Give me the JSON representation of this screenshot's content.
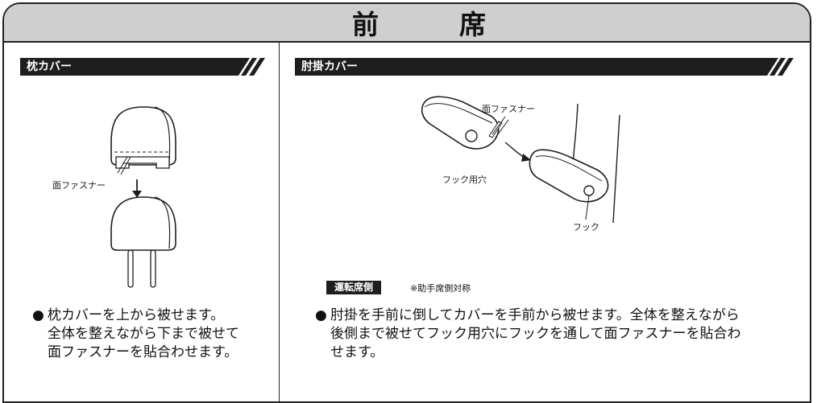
{
  "header": {
    "title_1": "前",
    "title_2": "席"
  },
  "left": {
    "section_title": "枕カバー",
    "fastener_label": "面ファスナー",
    "desc_bullet": "●",
    "desc_line1": "枕カバーを上から被せます。",
    "desc_line2": "全体を整えながら下まで被せて",
    "desc_line3": "面ファスナーを貼合わせます。"
  },
  "right": {
    "section_title": "肘掛カバー",
    "fastener_label": "面ファスナー",
    "hook_hole_label": "フック用穴",
    "hook_label": "フック",
    "badge": "運転席側",
    "note": "※助手席側対称",
    "desc_bullet": "●",
    "desc_line1": "肘掛を手前に倒してカバーを手前から被せます。全体を整えながら",
    "desc_line2": "後側まで被せてフック用穴にフックを通して面ファスナーを貼合わ",
    "desc_line3": "せます。"
  },
  "colors": {
    "header_bg": "#cfcfcf",
    "bar_bg": "#1e1e1e",
    "line": "#222222"
  }
}
